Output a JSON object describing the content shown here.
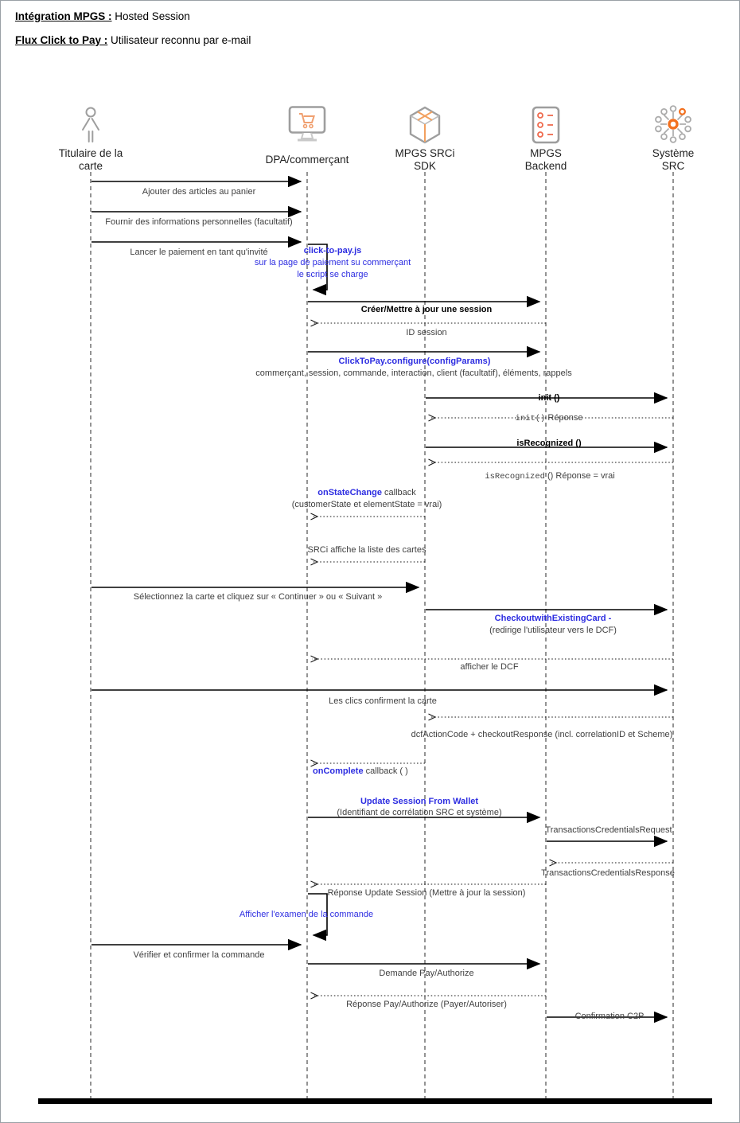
{
  "header": {
    "line1_label": "Intégration MPGS :",
    "line1_text": " Hosted Session",
    "line2_label": "Flux Click to Pay :",
    "line2_text": " Utilisateur reconnu par e-mail"
  },
  "actors": [
    {
      "id": "titulaire",
      "line1": "Titulaire de la",
      "line2": "carte",
      "icon": "person-icon"
    },
    {
      "id": "dpa",
      "line1": "DPA/commerçant",
      "line2": "",
      "icon": "monitor-cart-icon"
    },
    {
      "id": "srci-sdk",
      "line1": "MPGS SRCi",
      "line2": "SDK",
      "icon": "package-icon"
    },
    {
      "id": "backend",
      "line1": "MPGS",
      "line2": "Backend",
      "icon": "server-icon"
    },
    {
      "id": "systeme-src",
      "line1": "Système",
      "line2": "SRC",
      "icon": "network-icon"
    }
  ],
  "colors": {
    "accent_orange": "#f2713b",
    "icon_gray": "#9e9e9e",
    "link_blue": "#2d2de1",
    "line_black": "#000000"
  },
  "messages": {
    "m1": {
      "text": "Ajouter des articles au panier"
    },
    "m2": {
      "text": "Fournir des informations personnelles (facultatif)"
    },
    "m3": {
      "text": "Lancer le paiement en tant qu'invité"
    },
    "m4": {
      "title": "click-to-pay.js",
      "line2": "sur la page de paiement su commerçant",
      "line3": "le script se charge"
    },
    "m5": {
      "text": "Créer/Mettre à jour une session"
    },
    "m6": {
      "text": "ID session"
    },
    "m7": {
      "title": "ClickToPay.configure(configParams)",
      "params": "commerçant, session, commande, interaction, client (facultatif), éléments, rappels"
    },
    "m8": {
      "text": "init ()"
    },
    "m9": {
      "code": "init()",
      "text": " Réponse"
    },
    "m10": {
      "text": "isRecognized ()"
    },
    "m11": {
      "code": "isRecognized",
      "text": " () Réponse = vrai"
    },
    "m12": {
      "keyword": "onStateChange",
      "text": " callback",
      "line2": "(customerState et elementState = vrai)"
    },
    "m13": {
      "text": "SRCi affiche la liste des cartes"
    },
    "m14": {
      "text": "Sélectionnez la carte et cliquez sur « Continuer » ou « Suivant »"
    },
    "m15": {
      "title": "CheckoutwithExistingCard -",
      "line2": "(redirige l'utilisateur vers le DCF)"
    },
    "m16": {
      "text": "afficher le DCF"
    },
    "m17": {
      "text": "Les clics confirment la carte"
    },
    "m18": {
      "text": "dcfActionCode + checkoutResponse (incl. correlationID et Scheme)"
    },
    "m19": {
      "keyword": "onComplete",
      "text": " callback ( )"
    },
    "m20": {
      "title": "Update Session From Wallet",
      "line2": "(Identifiant de corrélation SRC et système)"
    },
    "m21": {
      "text": "TransactionsCredentialsRequest"
    },
    "m22": {
      "text": "TransactionsCredentialsResponse"
    },
    "m23": {
      "text": "Réponse Update Session (Mettre à jour la session)"
    },
    "m24": {
      "text": "Afficher l'examen de la commande"
    },
    "m25": {
      "text": "Vérifier et confirmer la commande"
    },
    "m26": {
      "text": "Demande Pay/Authorize"
    },
    "m27": {
      "text": "Réponse Pay/Authorize (Payer/Autoriser)"
    },
    "m28": {
      "text": "Confirmation C2P"
    }
  }
}
